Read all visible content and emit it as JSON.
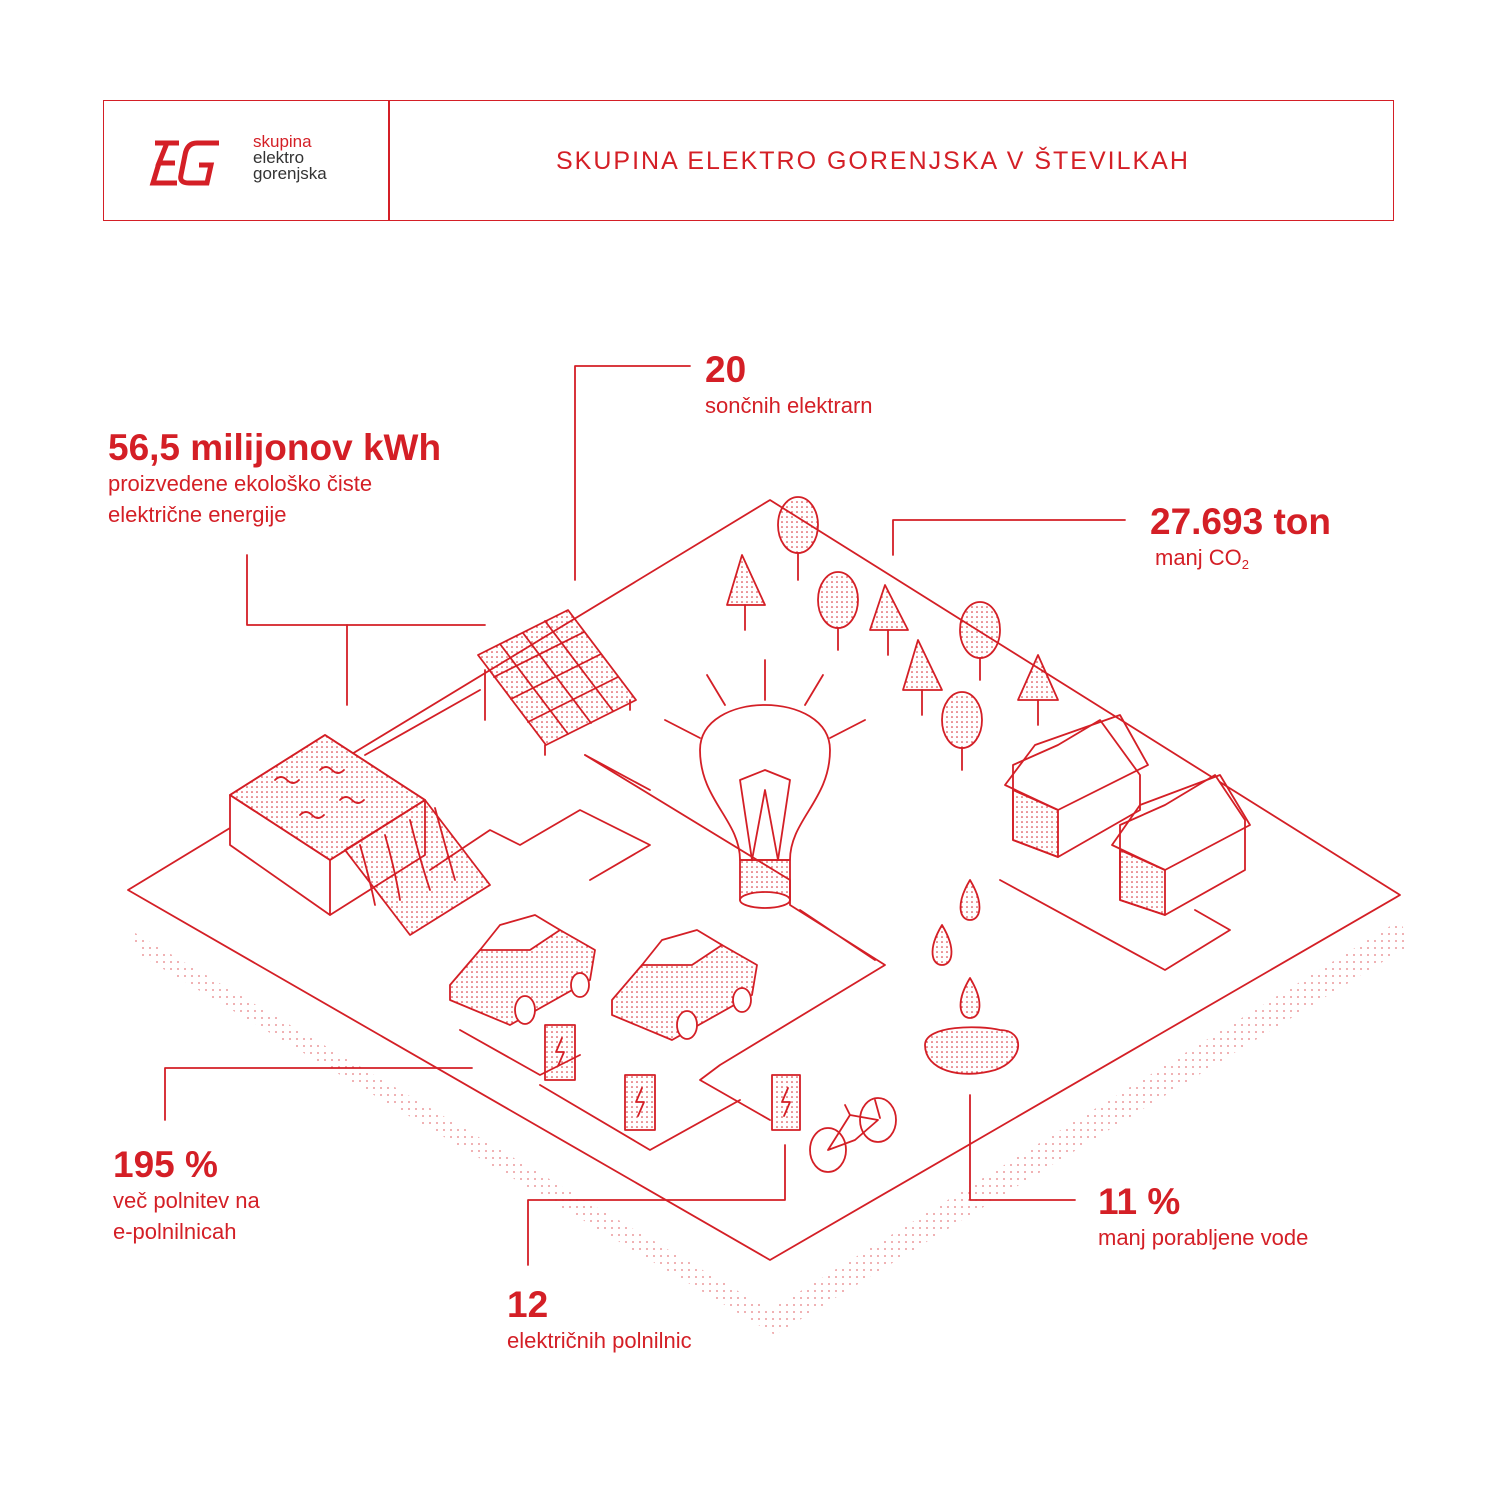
{
  "header": {
    "logo": {
      "line1": "skupina",
      "line2": "elektro",
      "line3": "gorenjska"
    },
    "title": "SKUPINA ELEKTRO GORENJSKA V ŠTEVILKAH"
  },
  "stats": {
    "energy": {
      "value": "56,5 milijonov kWh",
      "line1": "proizvedene ekološko čiste",
      "line2": "električne energije"
    },
    "solar": {
      "value": "20",
      "line1": "sončnih elektrarn"
    },
    "co2": {
      "value": "27.693 ton",
      "line1": "manj CO",
      "sub": "2"
    },
    "charging_growth": {
      "value": "195 %",
      "line1": "več polnitev na",
      "line2": "e-polnilnicah"
    },
    "chargers": {
      "value": "12",
      "line1": "električnih polnilnic"
    },
    "water": {
      "value": "11 %",
      "line1": "manj porabljene vode"
    }
  },
  "colors": {
    "accent": "#d41f26",
    "text_dark": "#333333",
    "background": "#ffffff"
  }
}
